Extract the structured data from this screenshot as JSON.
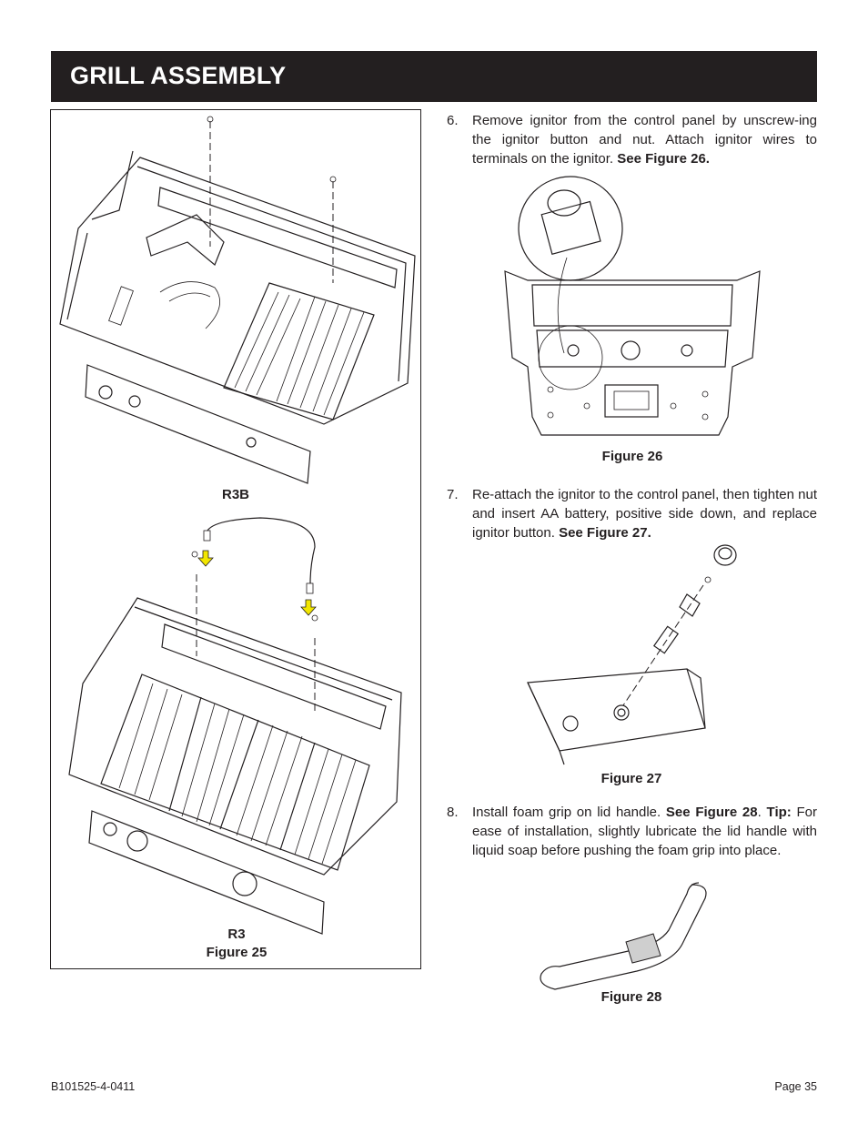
{
  "header": {
    "title": "GRILL ASSEMBLY"
  },
  "figure25": {
    "label_top": "R3B",
    "label_bottom": "R3",
    "caption": "Figure 25"
  },
  "steps": [
    {
      "number": "6.",
      "text": "Remove ignitor from the control panel by unscrew-ing the ignitor button and nut. Attach ignitor wires to terminals on the ignitor. ",
      "ref": "See Figure 26.",
      "figure_caption": "Figure 26"
    },
    {
      "number": "7.",
      "text": "Re-attach the ignitor to the control panel, then tighten nut and insert AA battery, positive side down, and replace ignitor button. ",
      "ref": "See Figure 27.",
      "figure_caption": "Figure 27"
    },
    {
      "number": "8.",
      "text": "Install foam grip on lid handle. ",
      "ref": "See Figure 28",
      "after_ref": ". ",
      "tip_label": "Tip:",
      "tip_text": " For ease of installation, slightly lubricate the lid handle with liquid soap before pushing the foam grip into place.",
      "figure_caption": "Figure 28"
    }
  ],
  "footer": {
    "doc_number": "B101525-4-0411",
    "page": "Page 35"
  },
  "colors": {
    "header_bg": "#231f20",
    "arrow_yellow": "#f2e600"
  }
}
